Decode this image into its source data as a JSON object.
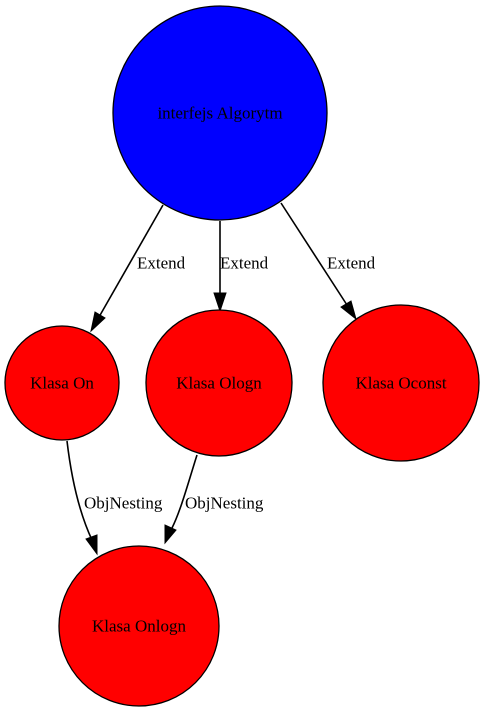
{
  "nodes": {
    "algorithm": {
      "label": "interfejs Algorytm",
      "color": "#0000ff"
    },
    "on": {
      "label": "Klasa On",
      "color": "#ff0000"
    },
    "ologn": {
      "label": "Klasa Ologn",
      "color": "#ff0000"
    },
    "oconst": {
      "label": "Klasa Oconst",
      "color": "#ff0000"
    },
    "onlogn": {
      "label": "Klasa Onlogn",
      "color": "#ff0000"
    }
  },
  "edges": {
    "algorithm_on": {
      "from": "interfejs Algorytm",
      "to": "Klasa On",
      "label": "Extend"
    },
    "algorithm_ologn": {
      "from": "interfejs Algorytm",
      "to": "Klasa Ologn",
      "label": "Extend"
    },
    "algorithm_oconst": {
      "from": "interfejs Algorytm",
      "to": "Klasa Oconst",
      "label": "Extend"
    },
    "on_onlogn": {
      "from": "Klasa On",
      "to": "Klasa Onlogn",
      "label": "ObjNesting"
    },
    "ologn_onlogn": {
      "from": "Klasa Ologn",
      "to": "Klasa Onlogn",
      "label": "ObjNesting"
    }
  }
}
